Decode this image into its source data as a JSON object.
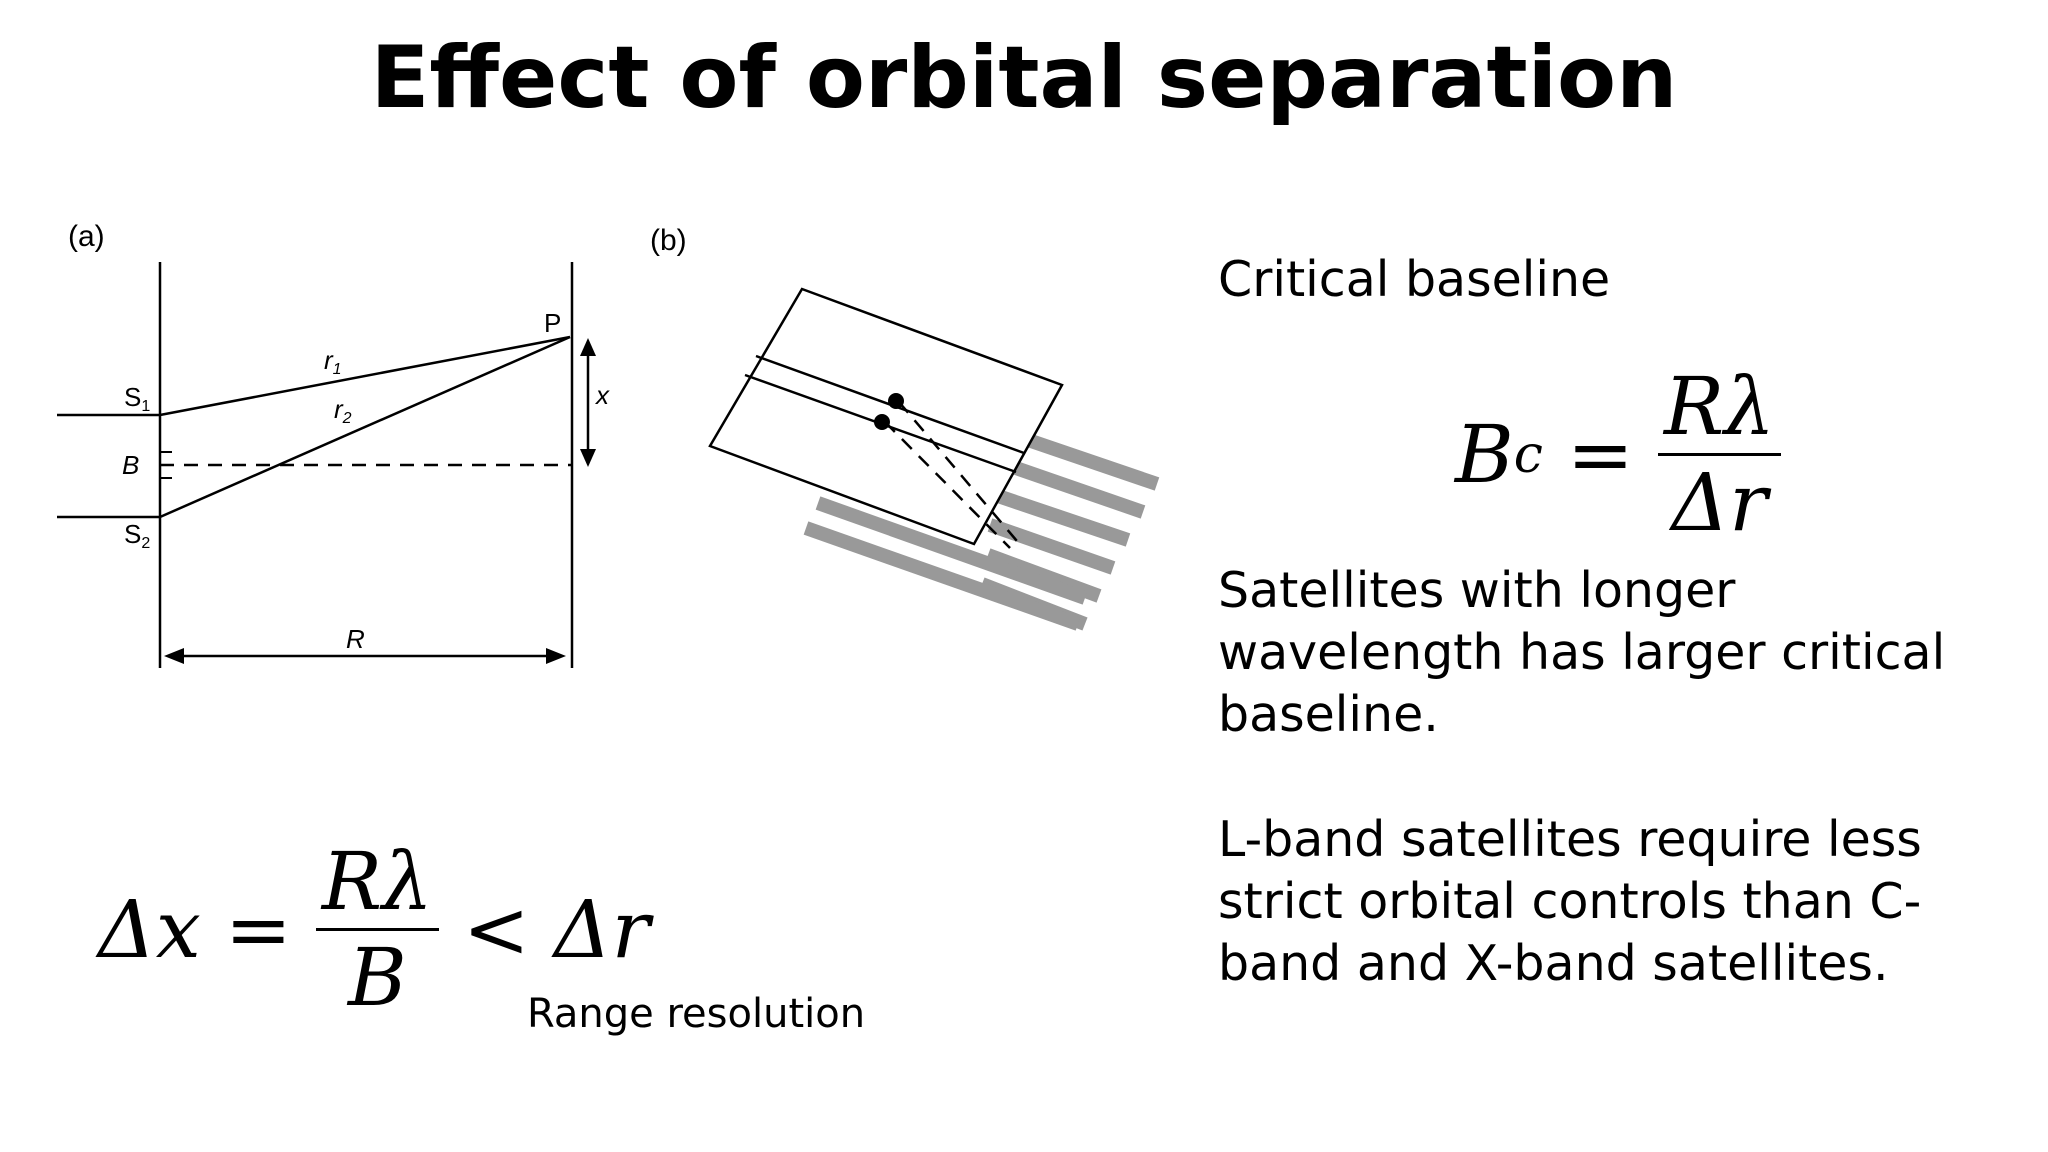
{
  "title": "Effect of orbital separation",
  "figure": {
    "panel_a_label": "(a)",
    "panel_b_label": "(b)",
    "labels": {
      "P": "P",
      "r1": "r",
      "r1_sub": "1",
      "r2": "r",
      "r2_sub": "2",
      "x": "x",
      "S1": "S",
      "S1_sub": "1",
      "S2": "S",
      "S2_sub": "2",
      "B": "B",
      "R": "R"
    }
  },
  "right": {
    "heading": "Critical baseline",
    "equation": {
      "lhs": "B",
      "lhs_sub": "c",
      "eq": "=",
      "num": "Rλ",
      "den": "Δr"
    },
    "para1": "Satellites with longer wavelength has larger critical baseline.",
    "para2": "L-band satellites require less strict orbital controls than C-band and X-band satellites."
  },
  "bottom": {
    "equation": {
      "lhs": "Δx",
      "eq": "=",
      "num": "Rλ",
      "den": "B",
      "lt": "<",
      "rhs": "Δr"
    },
    "note": "Range resolution"
  }
}
